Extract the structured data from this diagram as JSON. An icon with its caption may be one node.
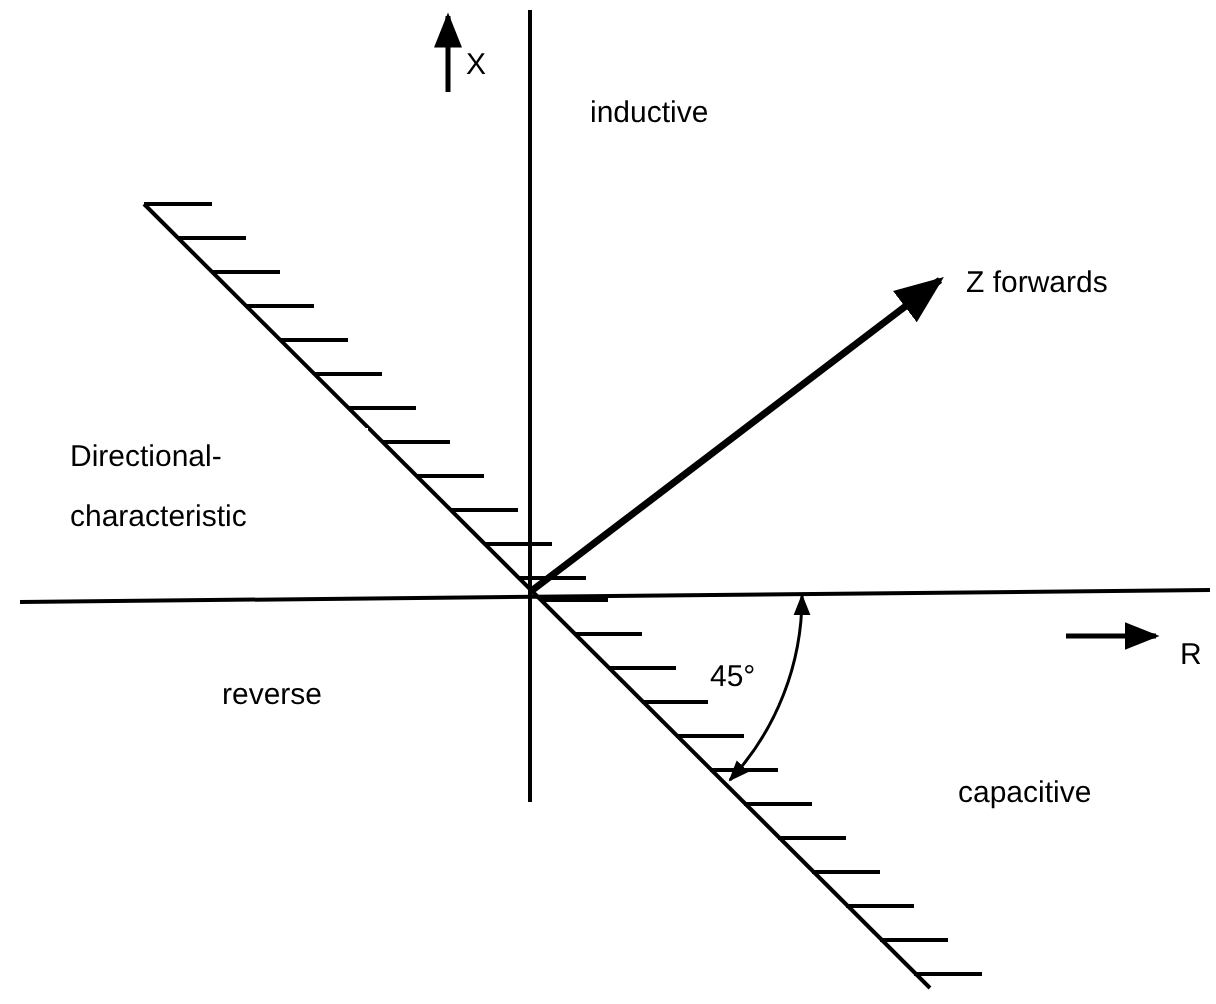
{
  "diagram": {
    "labels": [
      "X",
      "inductive",
      "Z forwards",
      "Directional- characteristic",
      "reverse",
      "45°",
      "R",
      "capacitive"
    ]
  }
}
